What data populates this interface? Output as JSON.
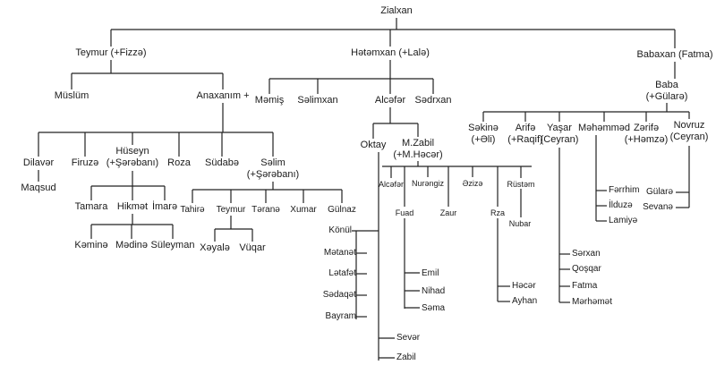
{
  "tree": {
    "root": "Zialxan",
    "gen1": {
      "teymur": "Teymur (+Fizzə)",
      "hetemxan": "Hətəmxan (+Lalə)",
      "babaxan": "Babaxan (Fatma)"
    },
    "teymur_children": {
      "muslum": "Müslüm",
      "anaxanim": "Anaxanım +"
    },
    "anaxanim_children": {
      "dilaver": "Dilavər",
      "firuze": "Firuzə",
      "huseyn": "Hüseyn\n(+Şərəbanı)",
      "roza": "Roza",
      "sudabe": "Südabə",
      "selim": "Səlim\n(+Şərəbanı)"
    },
    "dilaver_child": "Maqsud",
    "huseyn_children": {
      "tamara": "Tamara",
      "hikmet": "Hikmət",
      "imare": "İmarə"
    },
    "hikmet_children": {
      "kemine": "Kəminə",
      "medine": "Mədinə",
      "suleyman": "Süleyman"
    },
    "selim_children": {
      "tahire": "Tahirə",
      "teymur2": "Teymur",
      "terane": "Təranə",
      "xumar": "Xumar",
      "gulnaz": "Gülnaz"
    },
    "teymur2_children": {
      "xeyale": "Xəyalə",
      "vuqar": "Vüqar"
    },
    "hetemxan_children": {
      "memis": "Məmiş",
      "selimxan": "Səlimxan",
      "alcefer": "Alcəfər",
      "sedrxan": "Sədrxan"
    },
    "alcefer_children": {
      "oktay": "Oktay",
      "mzabil": "M.Zabil\n(+M.Həcər)"
    },
    "oktay_children": {
      "konul": "Könül",
      "metanet": "Mətanət",
      "letafet": "Lətafət",
      "sedaqet": "Sədaqət",
      "bayram": "Bayram",
      "sever": "Sevər",
      "zabil": "Zabil"
    },
    "mzabil_children": {
      "alcefer2": "Alcəfər",
      "nurengiz": "Nurəngiz",
      "fuad": "Fuad",
      "zaur": "Zaur",
      "ezize": "Əzizə",
      "rza": "Rza",
      "rustem": "Rüstəm",
      "nubar": "Nubar"
    },
    "fuad_children": {
      "emil": "Emil",
      "nihad": "Nihad",
      "seme": "Səma"
    },
    "rza_children": {
      "hecer": "Həcər",
      "ayhan": "Ayhan"
    },
    "babaxan_child": "Baba\n(+Gülarə)",
    "baba_children": {
      "sekine": "Səkinə\n(+Əli)",
      "arife": "Arifə\n(+Raqif)",
      "yasar": "Yaşar\n(Ceyran)",
      "memmed": "Məhəmməd",
      "zerife": "Zərifə\n(+Həmzə)",
      "novruz": "Novruz\n(Ceyran)"
    },
    "yasar_children": {
      "serxan": "Sərxan",
      "qosqar": "Qoşqar",
      "fatma": "Fatma",
      "merhemet": "Mərhəmət"
    },
    "memmed_children": {
      "ferrahim": "Fərrhim",
      "ilduze": "İlduzə",
      "lamiye": "Lamiyə"
    },
    "novruz_children": {
      "gulare": "Gülarə",
      "sevane": "Sevanə"
    }
  }
}
